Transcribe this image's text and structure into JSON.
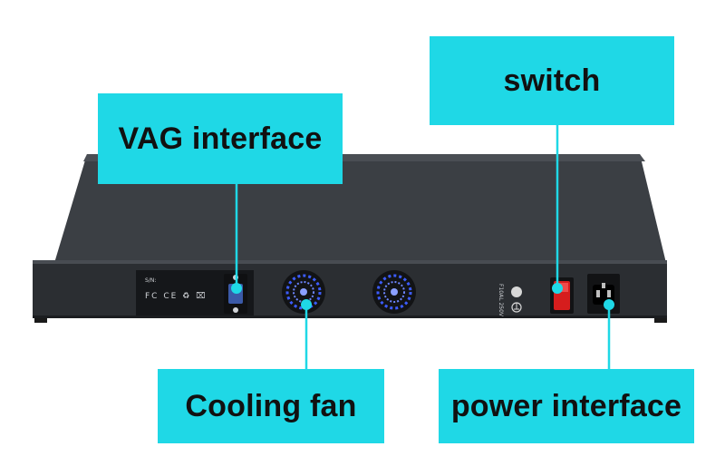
{
  "callouts": {
    "vga_label": "VAG  interface",
    "switch_label": "switch",
    "fan_label": "Cooling fan",
    "power_label": "power interface"
  },
  "device": {
    "serial_label": "S/N:",
    "cert_marks": "FC CE ♻ ⌧",
    "fuse_rating": "F10AL 250V"
  },
  "colors": {
    "callout": "#1fd8e6",
    "leader_line": "#1fd8e6",
    "chassis": "#2f3236",
    "switch": "#d61d1d"
  },
  "icons": [
    "vga-port-icon",
    "cooling-fan-icon",
    "power-switch-icon",
    "power-socket-icon",
    "ground-icon"
  ]
}
